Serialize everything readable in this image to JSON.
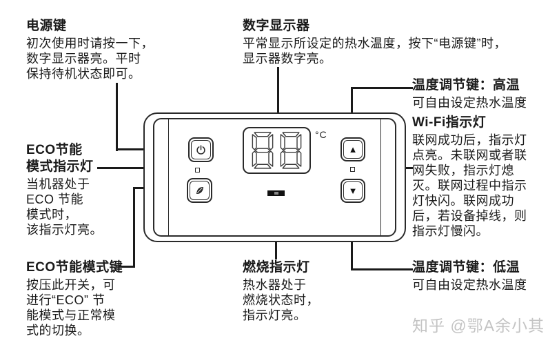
{
  "colors": {
    "line": "#1a1a1a",
    "text": "#1a1a1a",
    "panel_border": "#2a2a2a",
    "watermark": "#c4c4c4"
  },
  "panel": {
    "display_digits": "88",
    "display_unit": "°C",
    "up_arrow": "▲",
    "down_arrow": "▼"
  },
  "callouts": {
    "power_key": {
      "title": "电源键",
      "body": [
        "初次使用时请按一下，",
        "数字显示器亮。平时",
        "保持待机状态即可。"
      ]
    },
    "digital_display": {
      "title": "数字显示器",
      "body": [
        "平常显示所设定的热水温度，按下“电源键”时，",
        "显示器数字亮。"
      ]
    },
    "temp_up": {
      "title": "温度调节键：高温",
      "body": [
        "可自由设定热水温度"
      ]
    },
    "wifi": {
      "title": "Wi-Fi指示灯",
      "body": [
        "联网成功后，指示灯",
        "点亮。未联网或者联",
        "网失败，指示灯熄",
        "灭。联网过程中指示",
        "灯快闪。联网成功",
        "后，若设备掉线，则",
        "指示灯慢闪。"
      ]
    },
    "temp_down": {
      "title": "温度调节键：低温",
      "body": [
        "可自由设定热水温度"
      ]
    },
    "eco_indicator": {
      "title": [
        "ECO节能",
        "模式指示灯"
      ],
      "body": [
        "当机器处于",
        "ECO 节能",
        "模式时，",
        "该指示灯亮。"
      ]
    },
    "eco_key": {
      "title": "ECO节能模式键",
      "body": [
        "按压此开关，可",
        "进行“ECO” 节",
        "能模式与正常模",
        "式的切换。"
      ]
    },
    "burn_indicator": {
      "title": "燃烧指示灯",
      "body": [
        "热水器处于",
        "燃烧状态时，",
        "指示灯亮。"
      ]
    }
  },
  "watermark": "知乎 @鄂A余小其"
}
